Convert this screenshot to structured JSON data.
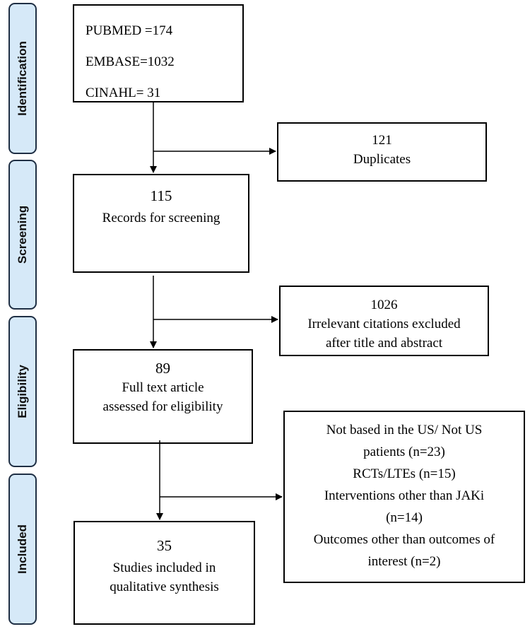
{
  "stages": [
    "Identification",
    "Screening",
    "Eligibility",
    "Included"
  ],
  "sources": [
    "PUBMED =174",
    "EMBASE=1032",
    "CINAHL= 31"
  ],
  "duplicates": {
    "count": "121",
    "label": "Duplicates"
  },
  "screening": {
    "count": "115",
    "label": "Records for screening"
  },
  "irrelevant": {
    "count": "1026",
    "line1": "Irrelevant citations excluded",
    "line2": "after title and abstract"
  },
  "eligibility": {
    "count": "89",
    "line1": "Full text article",
    "line2": "assessed for eligibility"
  },
  "exclusions": [
    "Not based in the US/ Not US",
    "patients (n=23)",
    "RCTs/LTEs (n=15)",
    "Interventions other than JAKi",
    "(n=14)",
    "Outcomes other than outcomes of",
    "interest (n=2)"
  ],
  "included": {
    "count": "35",
    "line1": "Studies included in",
    "line2": "qualitative synthesis"
  }
}
